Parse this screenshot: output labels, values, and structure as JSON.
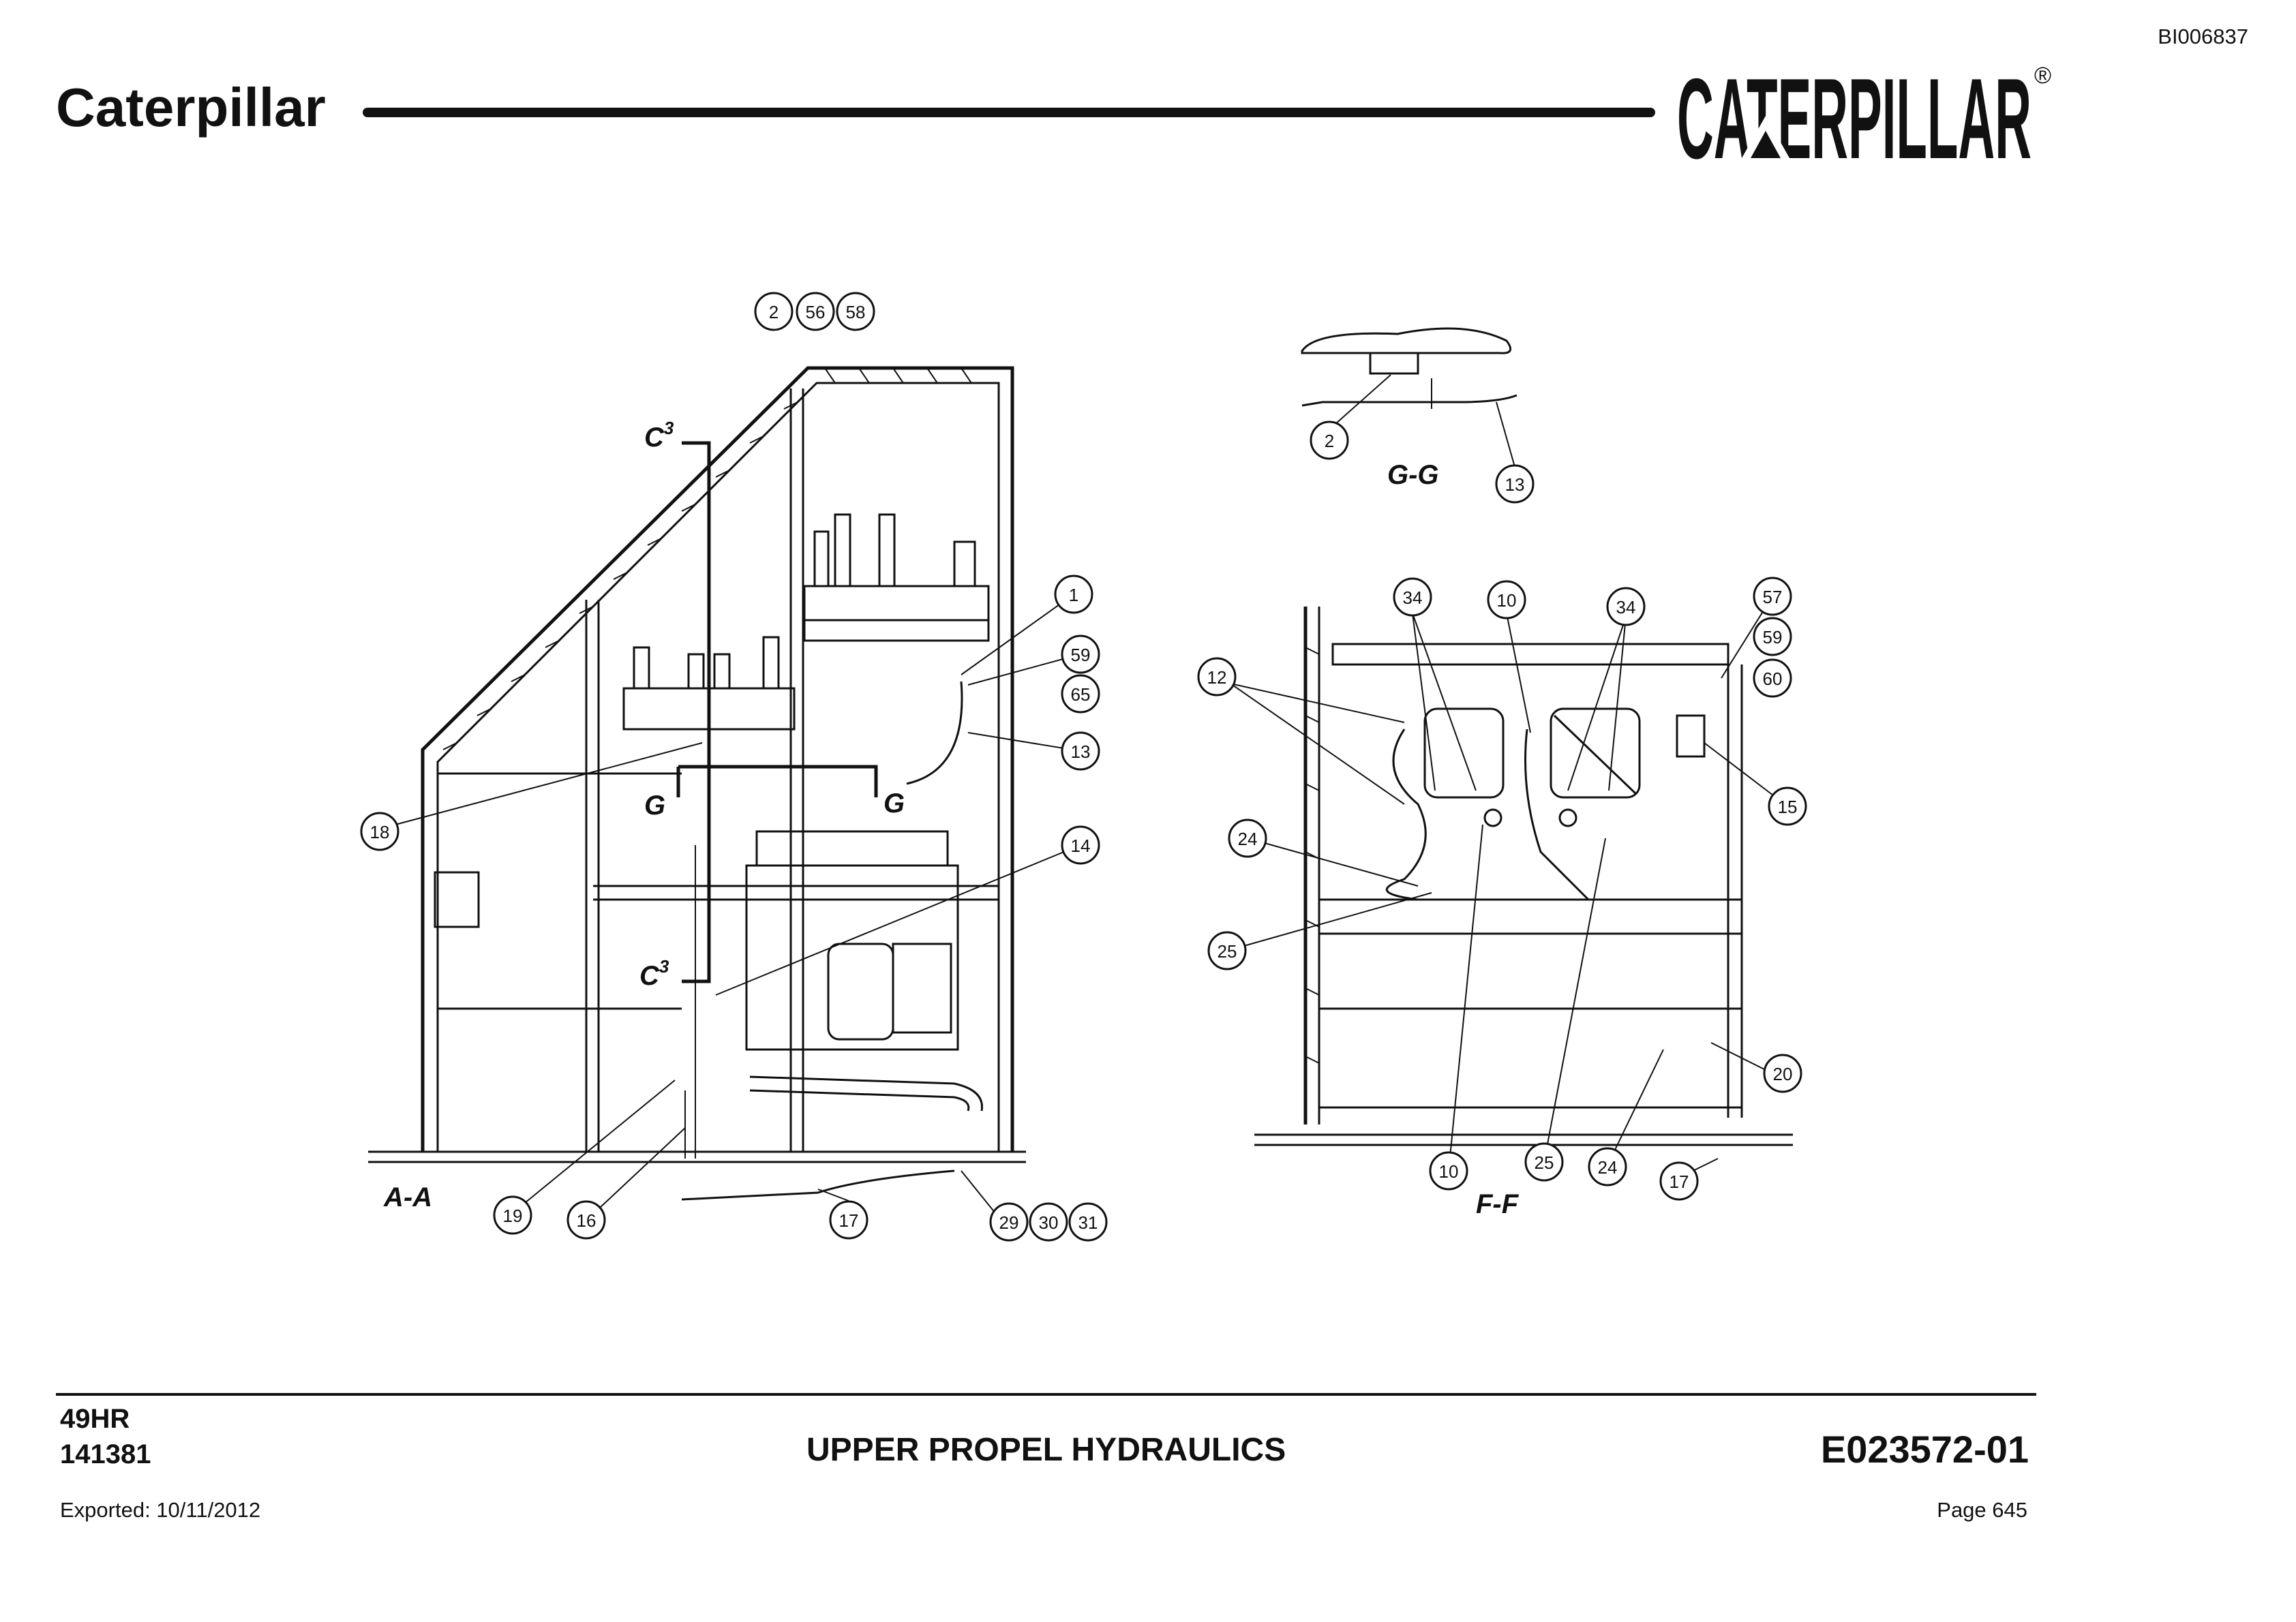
{
  "header": {
    "doc_id": "BI006837",
    "brand_text": "Caterpillar",
    "logo_text": "CATERPILLAR",
    "logo_mark": "®"
  },
  "drawing": {
    "view_labels": [
      "A-A",
      "G-G",
      "F-F",
      "G",
      "G",
      "C",
      "C"
    ],
    "section_superscript": "3",
    "callouts_aa": [
      "2",
      "56",
      "58",
      "1",
      "59",
      "65",
      "13",
      "14",
      "18",
      "19",
      "16",
      "17",
      "29",
      "30",
      "31"
    ],
    "callouts_gg": [
      "2",
      "13"
    ],
    "callouts_ff": [
      "34",
      "10",
      "34",
      "57",
      "59",
      "60",
      "12",
      "15",
      "24",
      "25",
      "20",
      "10",
      "25",
      "24",
      "17"
    ]
  },
  "footer": {
    "model": "49HR",
    "serial": "141381",
    "title": "UPPER PROPEL HYDRAULICS",
    "code": "E023572-01",
    "exported": "Exported: 10/11/2012",
    "page": "Page 645"
  }
}
